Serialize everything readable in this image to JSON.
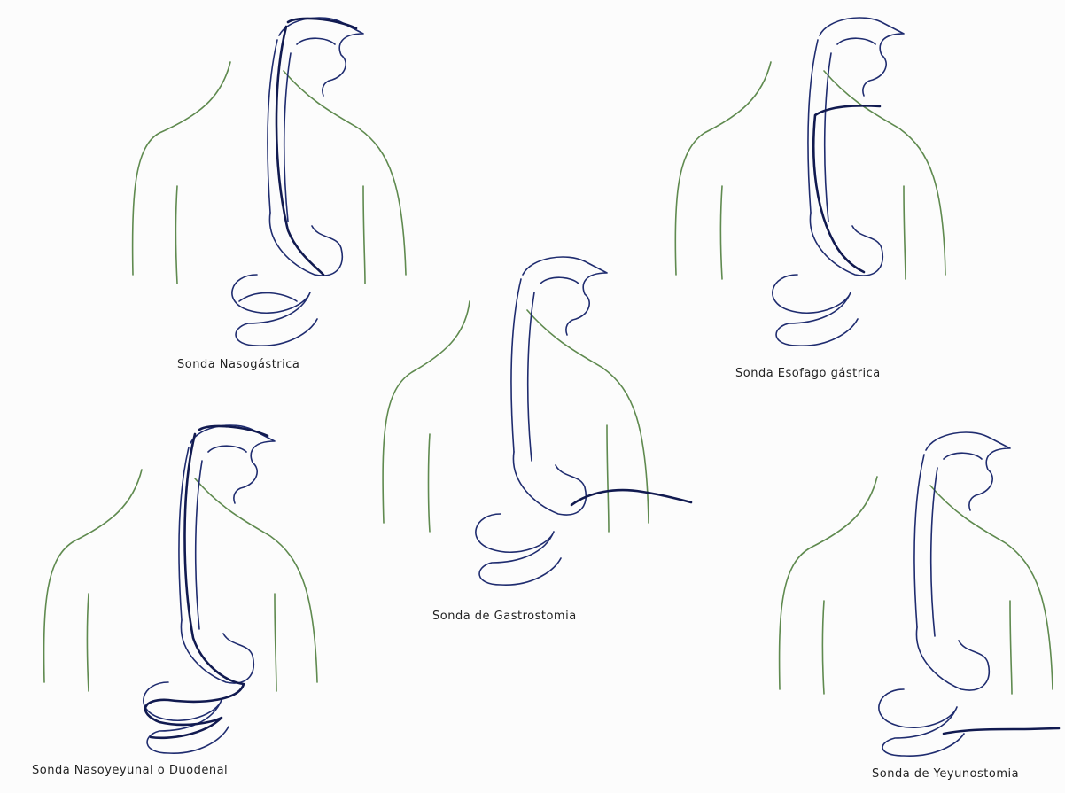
{
  "figures": [
    {
      "caption": "Sonda Nasogástrica"
    },
    {
      "caption": "Sonda Esofago gástrica"
    },
    {
      "caption": "Sonda de Gastrostomia"
    },
    {
      "caption": "Sonda Nasoyeyunal o Duodenal"
    },
    {
      "caption": "Sonda de Yeyunostomia"
    }
  ]
}
